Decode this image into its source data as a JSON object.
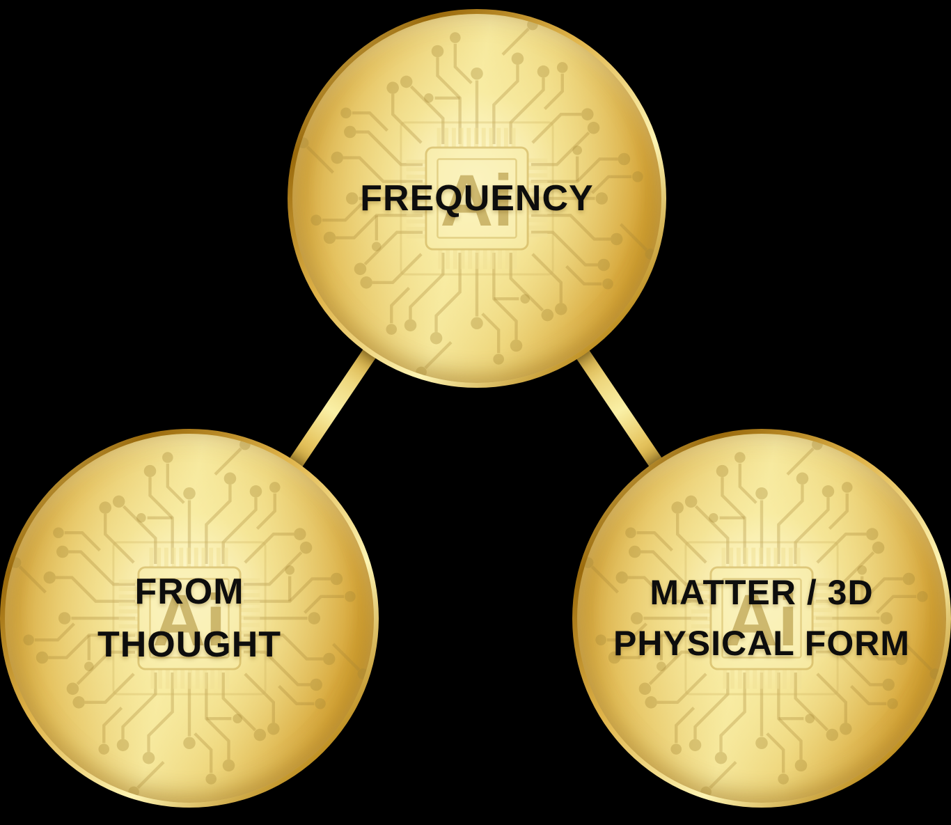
{
  "background_color": "#000000",
  "palette": {
    "gold_rim_dark": "#8f5f08",
    "gold_rim_light": "#fdf4b3",
    "gold_face_dark": "#c08d1d",
    "gold_face_light": "#f6e89c",
    "connector_gold": "#eed77e",
    "circuit_trace": "#a88634",
    "label_text": "#0d0d0d"
  },
  "diagram": {
    "watermark": "Ai",
    "nodes": [
      {
        "id": "frequency",
        "lines": [
          "FREQUENCY"
        ]
      },
      {
        "id": "from-thought",
        "lines": [
          "FROM",
          "THOUGHT"
        ]
      },
      {
        "id": "matter-3d-physical-form",
        "lines": [
          "MATTER / 3D",
          "PHYSICAL FORM"
        ]
      }
    ],
    "connections": [
      {
        "from": "frequency",
        "to": "from-thought"
      },
      {
        "from": "frequency",
        "to": "matter-3d-physical-form"
      }
    ]
  }
}
